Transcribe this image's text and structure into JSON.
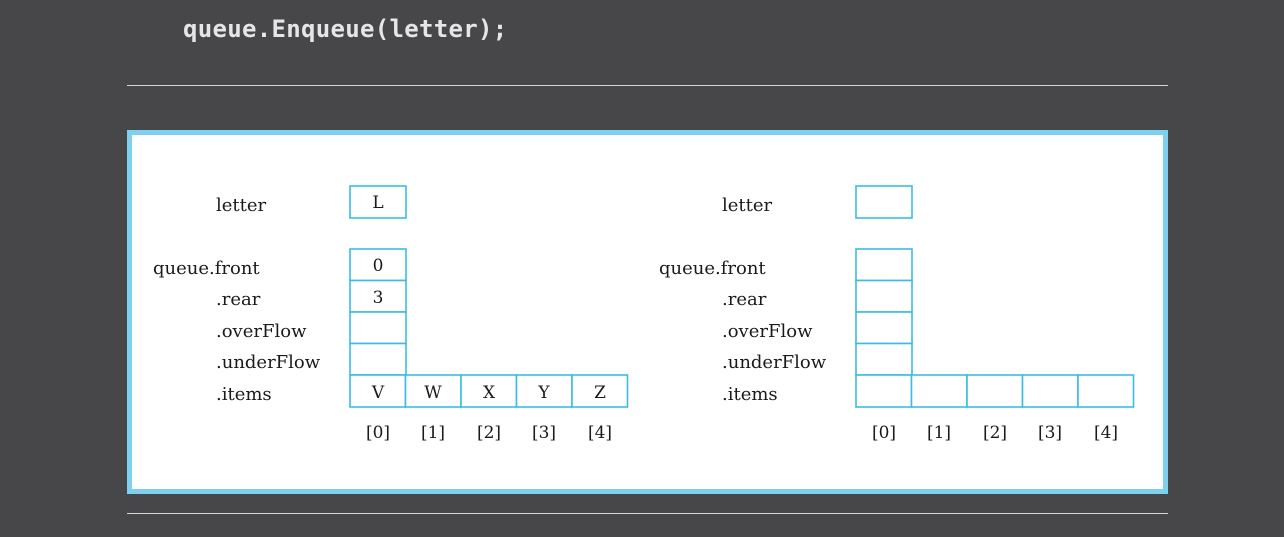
{
  "code": "queue.Enqueue(letter);",
  "colors": {
    "background": "#474749",
    "panel_border": "#7dd0ee",
    "cell_border": "#3cbce3"
  },
  "diagrams": [
    {
      "labels": {
        "letter": "letter",
        "front": "queue.front",
        "rear": ".rear",
        "overFlow": ".overFlow",
        "underFlow": ".underFlow",
        "items": ".items"
      },
      "values": {
        "letter": "L",
        "front": "0",
        "rear": "3",
        "overFlow": "",
        "underFlow": ""
      },
      "items": [
        "V",
        "W",
        "X",
        "Y",
        "Z"
      ],
      "indices": [
        "[0]",
        "[1]",
        "[2]",
        "[3]",
        "[4]"
      ]
    },
    {
      "labels": {
        "letter": "letter",
        "front": "queue.front",
        "rear": ".rear",
        "overFlow": ".overFlow",
        "underFlow": ".underFlow",
        "items": ".items"
      },
      "values": {
        "letter": "",
        "front": "",
        "rear": "",
        "overFlow": "",
        "underFlow": ""
      },
      "items": [
        "",
        "",
        "",
        "",
        ""
      ],
      "indices": [
        "[0]",
        "[1]",
        "[2]",
        "[3]",
        "[4]"
      ]
    }
  ]
}
